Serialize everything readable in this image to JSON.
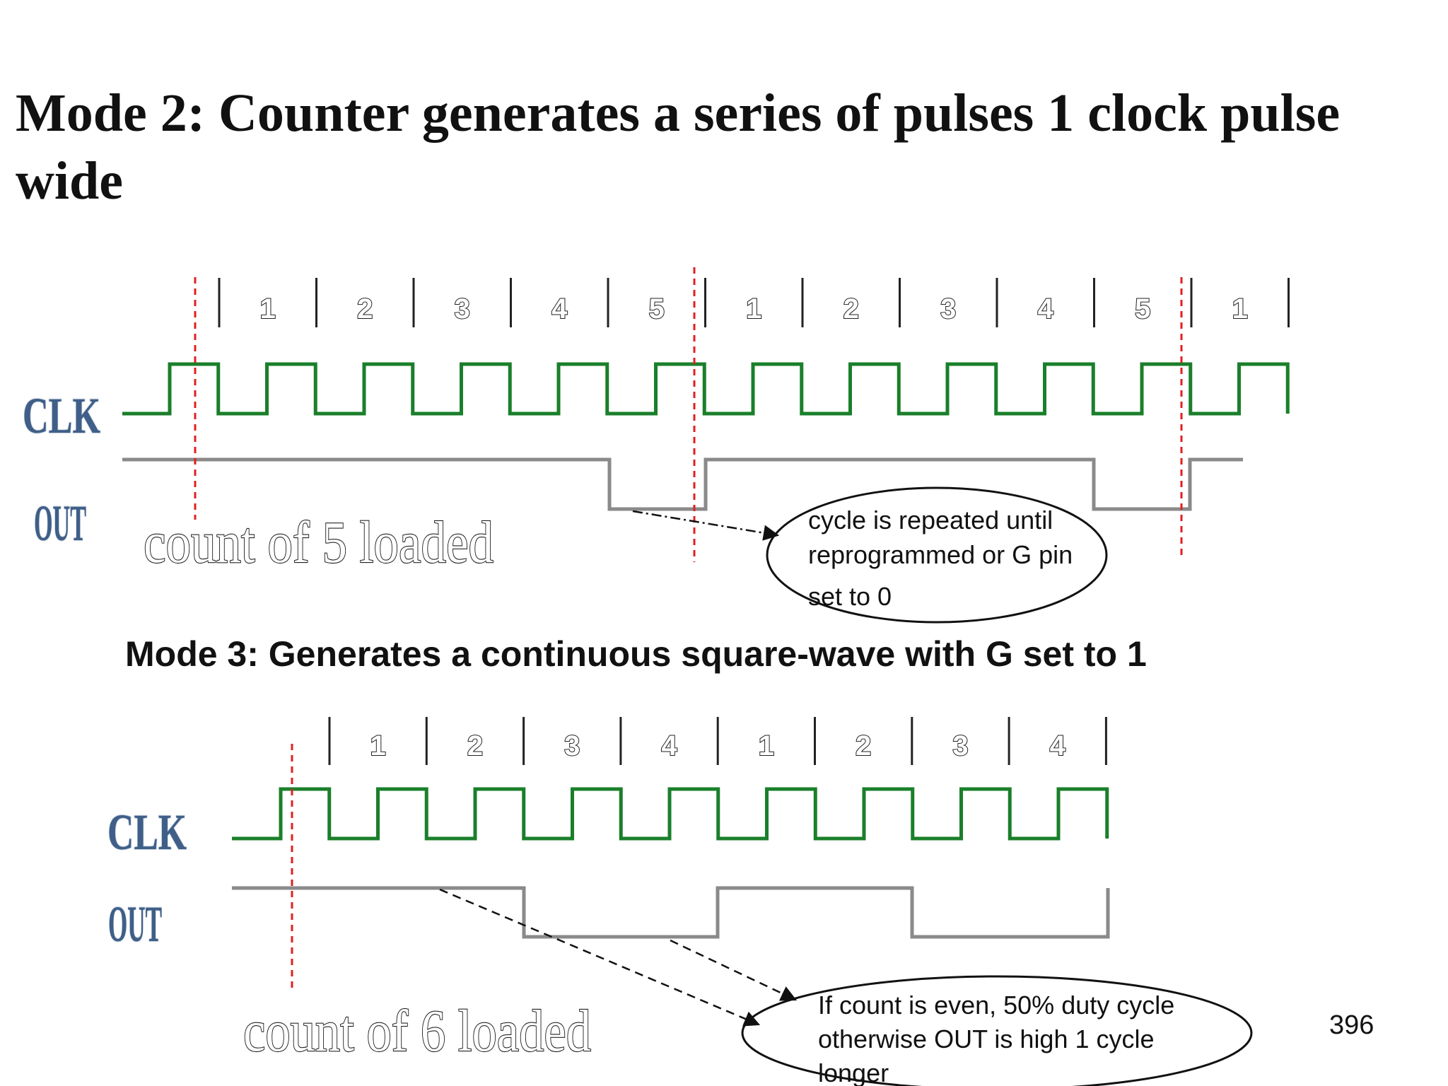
{
  "title": "Mode 2: Counter generates a series of pulses 1 clock pulse wide",
  "mode2": {
    "counts": [
      "1",
      "2",
      "3",
      "4",
      "5",
      "1",
      "2",
      "3",
      "4",
      "5",
      "1"
    ],
    "clk_label": "CLK",
    "out_label": "OUT",
    "load_label": "count of 5 loaded",
    "note": [
      "cycle is repeated until",
      "reprogrammed or G pin",
      "set to 0"
    ]
  },
  "mode3": {
    "subtitle": "Mode 3: Generates a continuous square-wave with G set to 1",
    "counts": [
      "1",
      "2",
      "3",
      "4",
      "1",
      "2",
      "3",
      "4"
    ],
    "clk_label": "CLK",
    "out_label": "OUT",
    "load_label": "count of 6 loaded",
    "note": [
      "If count is even, 50% duty cycle",
      "otherwise OUT is high 1 cycle",
      "longer"
    ]
  },
  "page_number": "396",
  "colors": {
    "clock": "#1a7f2a",
    "out": "#8a8a8a",
    "marker": "#e02020",
    "tick": "#222222"
  }
}
